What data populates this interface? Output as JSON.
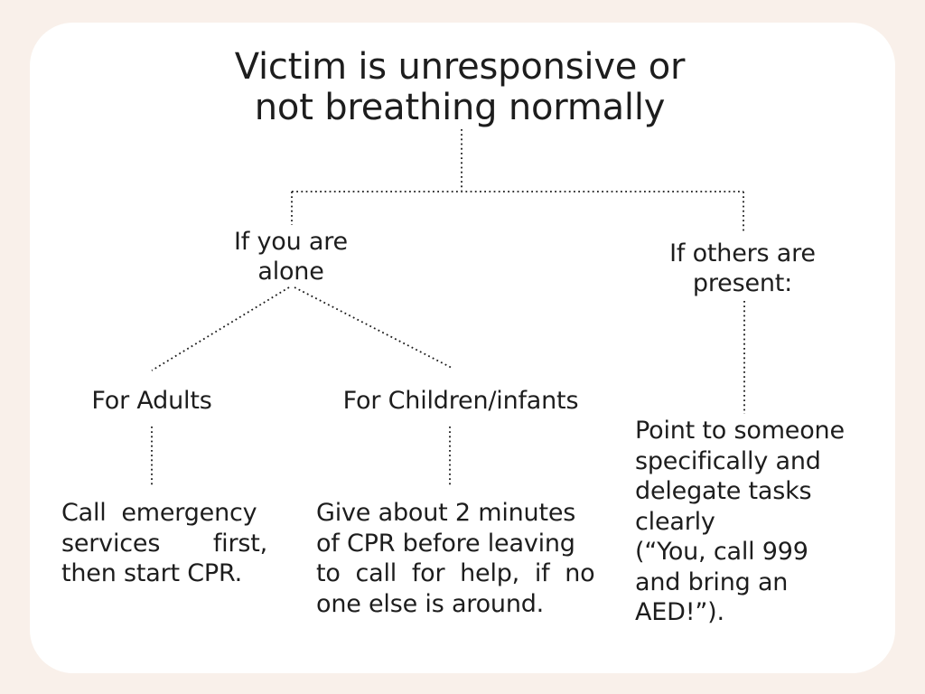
{
  "theme": {
    "page_bg": "#f9f0ea",
    "card_bg": "#ffffff",
    "connector_color": "#1a1a1a",
    "text_color": "#1d1d1d"
  },
  "flowchart": {
    "root": {
      "lines": [
        "Victim is unresponsive or",
        "not breathing normally"
      ]
    },
    "branch_alone": {
      "lines": [
        "If you are",
        "alone"
      ]
    },
    "branch_others": {
      "lines": [
        "If others are",
        "present:"
      ]
    },
    "leaf_adults": {
      "label": "For Adults"
    },
    "leaf_children": {
      "label": "For Children/infants"
    },
    "note_adults": {
      "lines": [
        "Call  emergency",
        "services       first,",
        "then start CPR."
      ]
    },
    "note_children": {
      "lines": [
        "Give about 2 minutes",
        "of CPR before leaving",
        "to  call  for  help,  if  no",
        "one else is around."
      ]
    },
    "note_others": {
      "lines": [
        "Point to someone",
        "specifically and",
        "delegate tasks",
        "clearly",
        "(“You, call 999",
        "and bring an",
        "AED!”)."
      ]
    }
  }
}
